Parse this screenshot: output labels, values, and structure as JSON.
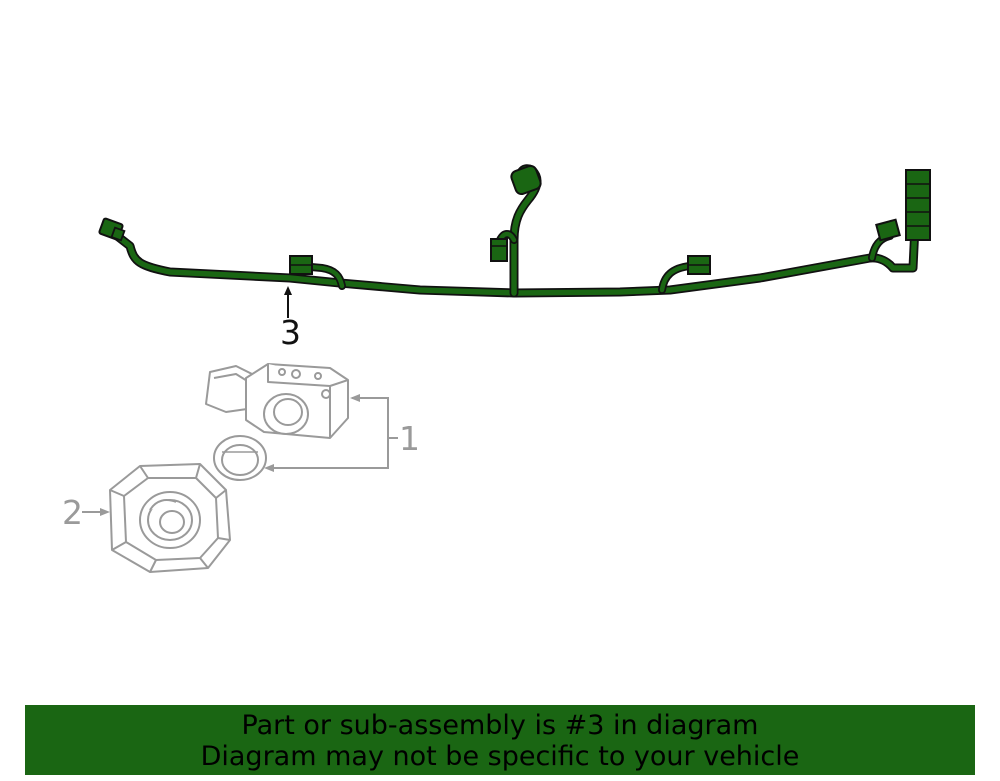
{
  "callouts": {
    "part_1": "1",
    "part_2": "2",
    "part_3": "3"
  },
  "banner": {
    "line1": "Part or sub-assembly is #3 in diagram",
    "line2": "Diagram may not be specific to your vehicle"
  },
  "colors": {
    "highlight": "#1a6613",
    "outline_dark": "#111111",
    "outline_gray": "#9a9a9a",
    "banner_bg": "#1a6613",
    "banner_text": "#000000"
  }
}
